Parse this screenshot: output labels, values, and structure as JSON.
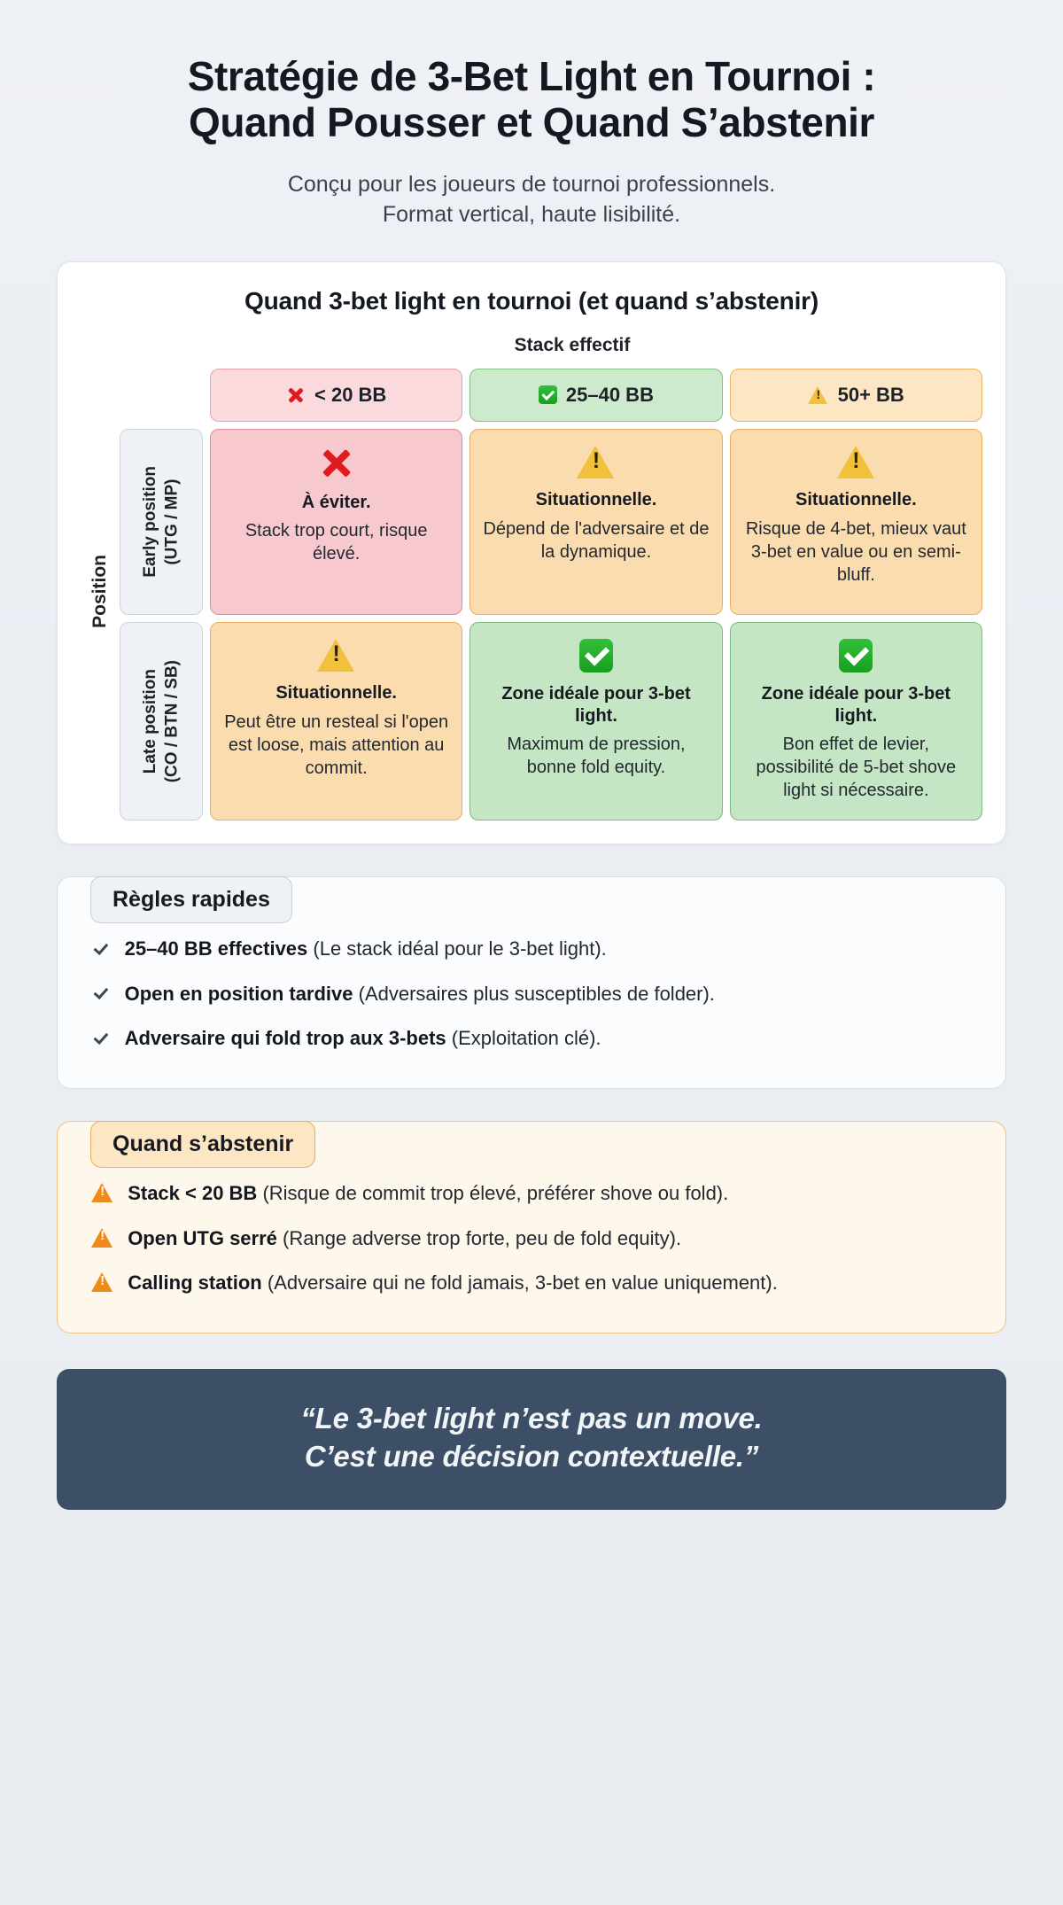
{
  "header": {
    "title": "Stratégie de 3-Bet Light en Tournoi : Quand Pousser et Quand S’abstenir",
    "title_line1": "Stratégie de 3-Bet Light en Tournoi :",
    "title_line2": "Quand Pousser et Quand S’abstenir",
    "subtitle_line1": "Conçu pour les joueurs de tournoi professionnels.",
    "subtitle_line2": "Format vertical, haute lisibilité."
  },
  "matrix": {
    "title": "Quand 3-bet light en tournoi (et quand s’abstenir)",
    "x_axis_label": "Stack effectif",
    "y_axis_label": "Position",
    "columns": [
      {
        "label": "< 20 BB",
        "icon": "cross-icon",
        "tone": "red"
      },
      {
        "label": "25–40 BB",
        "icon": "check-icon",
        "tone": "green"
      },
      {
        "label": "50+ BB",
        "icon": "warning-icon",
        "tone": "orange"
      }
    ],
    "rows": [
      {
        "label": "Early position",
        "sublabel": "(UTG / MP)",
        "cells": [
          {
            "tone": "red",
            "icon": "cross-icon",
            "verdict": "À éviter.",
            "detail": "Stack trop court, risque élevé."
          },
          {
            "tone": "orange",
            "icon": "warning-icon",
            "verdict": "Situationnelle.",
            "detail": "Dépend de l'adversaire et de la dynamique."
          },
          {
            "tone": "orange",
            "icon": "warning-icon",
            "verdict": "Situationnelle.",
            "detail": "Risque de 4-bet, mieux vaut 3-bet en value ou en semi-bluff."
          }
        ]
      },
      {
        "label": "Late position",
        "sublabel": "(CO / BTN / SB)",
        "cells": [
          {
            "tone": "orange",
            "icon": "warning-icon",
            "verdict": "Situationnelle.",
            "detail": "Peut être un resteal si l'open est loose, mais attention au commit."
          },
          {
            "tone": "green",
            "icon": "check-icon",
            "verdict": "Zone idéale pour 3-bet light.",
            "detail": "Maximum de pression, bonne fold equity."
          },
          {
            "tone": "green",
            "icon": "check-icon",
            "verdict": "Zone idéale pour 3-bet light.",
            "detail": "Bon effet de levier, possibilité de 5-bet shove light si nécessaire."
          }
        ]
      }
    ]
  },
  "quick_rules": {
    "tab_label": "Règles rapides",
    "items": [
      {
        "icon": "tick-icon",
        "bold": "25–40 BB effectives",
        "rest": " (Le stack idéal pour le 3-bet light)."
      },
      {
        "icon": "tick-icon",
        "bold": "Open en position tardive",
        "rest": " (Adversaires plus susceptibles de folder)."
      },
      {
        "icon": "tick-icon",
        "bold": "Adversaire qui fold trop aux 3-bets",
        "rest": " (Exploitation clé)."
      }
    ]
  },
  "avoid": {
    "tab_label": "Quand s’abstenir",
    "items": [
      {
        "icon": "warning-icon",
        "bold": "Stack < 20 BB",
        "rest": " (Risque de commit trop élevé, préférer shove ou fold)."
      },
      {
        "icon": "warning-icon",
        "bold": "Open UTG serré",
        "rest": " (Range adverse trop forte, peu de fold equity)."
      },
      {
        "icon": "warning-icon",
        "bold": "Calling station",
        "rest": " (Adversaire qui ne fold jamais, 3-bet en value uniquement)."
      }
    ]
  },
  "quote": {
    "line1": "“Le 3-bet light n’est pas un move.",
    "line2": "C’est une décision contextuelle.”"
  },
  "colors": {
    "page_bg": "#eef1f5",
    "card_bg": "#ffffff",
    "red": "#f7c9ce",
    "green": "#c4e6c4",
    "orange": "#fbdcaf",
    "quote_bg": "#3c4f66",
    "cross": "#e01b20",
    "check": "#199e1f",
    "warn": "#f2c13c",
    "warn_orange": "#ef8a1b"
  }
}
